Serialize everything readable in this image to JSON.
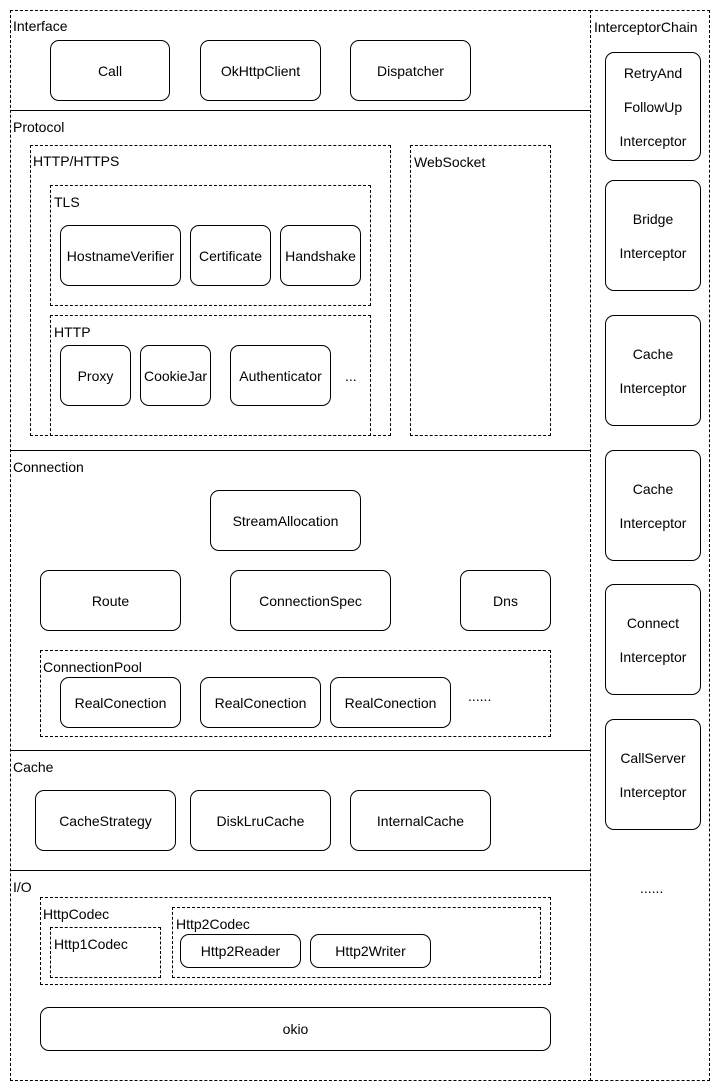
{
  "sections": {
    "interface": "Interface",
    "protocol": "Protocol",
    "connection": "Connection",
    "cache": "Cache",
    "io": "I/O",
    "interceptor_chain": "InterceptorChain"
  },
  "interface": {
    "call": "Call",
    "okhttpclient": "OkHttpClient",
    "dispatcher": "Dispatcher"
  },
  "protocol": {
    "http_https": "HTTP/HTTPS",
    "websocket": "WebSocket",
    "tls": "TLS",
    "hostname_verifier": "HostnameVerifier",
    "certificate": "Certificate",
    "handshake": "Handshake",
    "http": "HTTP",
    "proxy": "Proxy",
    "cookiejar": "CookieJar",
    "authenticator": "Authenticator",
    "ellipsis": "..."
  },
  "connection": {
    "stream_allocation": "StreamAllocation",
    "route": "Route",
    "connection_spec": "ConnectionSpec",
    "dns": "Dns",
    "connection_pool": "ConnectionPool",
    "real_connection_1": "RealConection",
    "real_connection_2": "RealConection",
    "real_connection_3": "RealConection",
    "ellipsis": "......"
  },
  "cache": {
    "cache_strategy": "CacheStrategy",
    "disk_lru_cache": "DiskLruCache",
    "internal_cache": "InternalCache"
  },
  "io": {
    "http_codec": "HttpCodec",
    "http1_codec": "Http1Codec",
    "http2_codec": "Http2Codec",
    "http2_reader": "Http2Reader",
    "http2_writer": "Http2Writer",
    "okio": "okio"
  },
  "interceptors": {
    "retry": [
      "RetryAnd",
      "FollowUp",
      "Interceptor"
    ],
    "bridge": [
      "Bridge",
      "Interceptor"
    ],
    "cache1": [
      "Cache",
      "Interceptor"
    ],
    "cache2": [
      "Cache",
      "Interceptor"
    ],
    "connect": [
      "Connect",
      "Interceptor"
    ],
    "callserver": [
      "CallServer",
      "Interceptor"
    ],
    "ellipsis": "......"
  }
}
